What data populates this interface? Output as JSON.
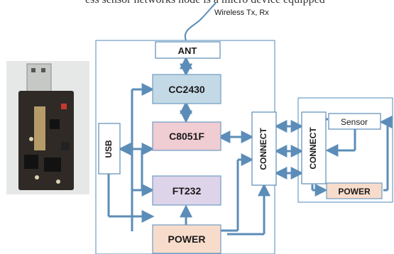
{
  "caption_fragment": "ess sensor networks node is a micro device equipped",
  "diagram": {
    "wireless_label": "Wireless Tx, Rx",
    "blocks": {
      "ant": "ANT",
      "cc2430": "CC2430",
      "c8051f": "C8051F",
      "ft232": "FT232",
      "power_main": "POWER",
      "usb": "USB",
      "connect_main": "CONNECT",
      "connect_sensor": "CONNECT",
      "sensor": "Sensor",
      "power_sensor": "POWER"
    },
    "colors": {
      "arrow": "#5b8db8",
      "frame": "#6e9cc4",
      "cc2430_fill": "#c3d9e6",
      "c8051f_fill": "#f0ccd3",
      "ft232_fill": "#ddd4ea",
      "power_fill": "#f8dccb"
    }
  }
}
